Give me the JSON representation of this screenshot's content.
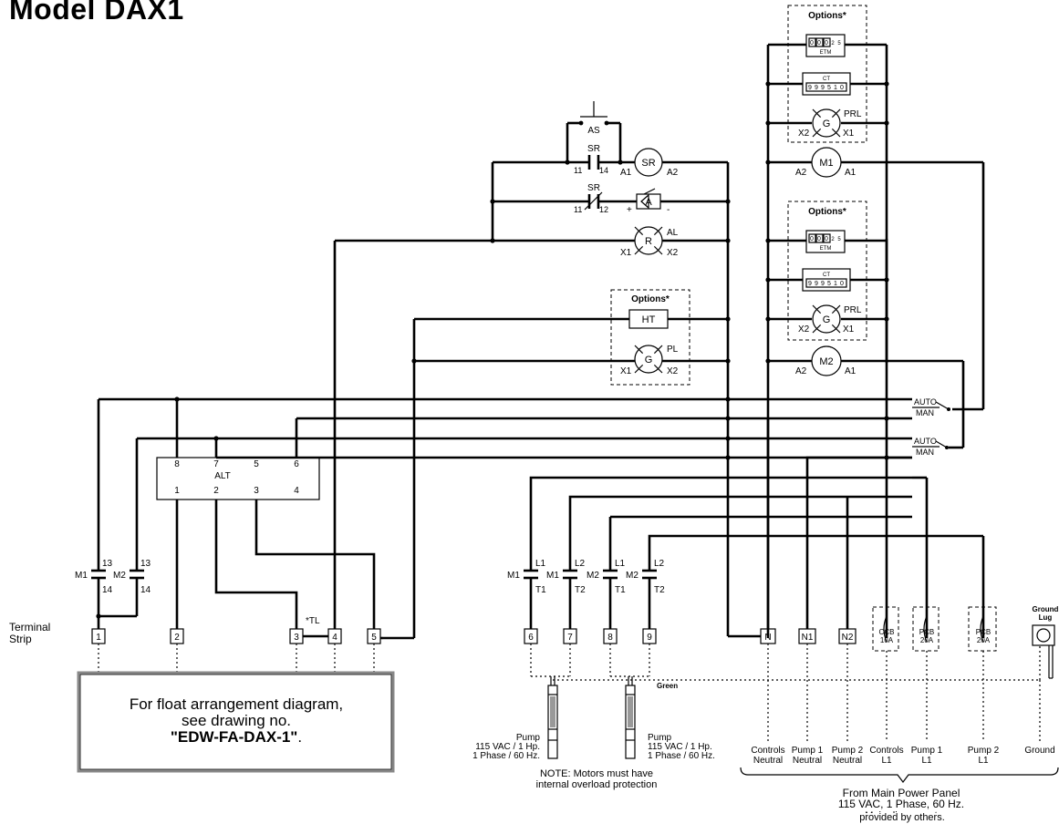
{
  "title": "Model DAX1",
  "options_label": "Options*",
  "etm": {
    "digits": [
      "0",
      "0",
      "0",
      "2",
      "5"
    ],
    "label": "ETM"
  },
  "ct": {
    "digits": [
      "9",
      "9",
      "9",
      "5",
      "1",
      "0"
    ],
    "label": "CT"
  },
  "letters": {
    "g": "G",
    "prl": "PRL",
    "x1": "X1",
    "x2": "X2",
    "a1": "A1",
    "a2": "A2",
    "m1": "M1",
    "m2": "M2"
  },
  "control": {
    "as": "AS",
    "sr": "SR",
    "n11": "11",
    "n14": "14",
    "n12": "12",
    "a1": "A1",
    "a2": "A2",
    "a": "A",
    "plus": "+",
    "minus": "-",
    "r": "R",
    "al": "AL",
    "x1": "X1",
    "x2": "X2",
    "ht": "HT",
    "g": "G",
    "pl": "PL"
  },
  "hoa": {
    "auto": "AUTO",
    "man": "MAN"
  },
  "alt": {
    "label": "ALT",
    "top": [
      "8",
      "7",
      "5",
      "6"
    ],
    "bottom": [
      "1",
      "2",
      "3",
      "4"
    ]
  },
  "aux": {
    "m1": "M1",
    "m2": "M2",
    "n13": "13",
    "n14": "14"
  },
  "contacts": {
    "m1": "M1",
    "m2": "M2",
    "l1": "L1",
    "l2": "L2",
    "t1": "T1",
    "t2": "T2"
  },
  "terminal_strip": {
    "label_line1": "Terminal",
    "label_line2": "Strip",
    "left": [
      "1",
      "2",
      "3",
      "4",
      "5"
    ],
    "tl": "*TL",
    "pump": [
      "6",
      "7",
      "8",
      "9"
    ],
    "power": [
      "N",
      "N1",
      "N2"
    ]
  },
  "breakers": [
    {
      "line1": "CCB",
      "line2": "10A"
    },
    {
      "line1": "PCB",
      "line2": "20A"
    },
    {
      "line1": "PCB",
      "line2": "20A"
    }
  ],
  "ground_lug": {
    "line1": "Ground",
    "line2": "Lug"
  },
  "green": "Green",
  "float_box": {
    "line1": "For float arrangement diagram,",
    "line2": "see drawing no.",
    "line3": "\"EDW-FA-DAX-1\"",
    "line3_suffix": "."
  },
  "pumps": [
    {
      "line1": "Pump",
      "line2": "115 VAC / 1 Hp.",
      "line3": "1 Phase / 60 Hz."
    },
    {
      "line1": "Pump",
      "line2": "115 VAC / 1 Hp.",
      "line3": "1 Phase / 60 Hz."
    }
  ],
  "motor_note": {
    "line1": "NOTE: Motors must have",
    "line2": "internal overload protection"
  },
  "supply_labels": [
    {
      "line1": "Controls",
      "line2": "Neutral"
    },
    {
      "line1": "Pump 1",
      "line2": "Neutral"
    },
    {
      "line1": "Pump 2",
      "line2": "Neutral"
    },
    {
      "line1": "Controls",
      "line2": "L1"
    },
    {
      "line1": "Pump 1",
      "line2": "L1"
    },
    {
      "line1": "Pump 2",
      "line2": "L1"
    },
    {
      "line1": "Ground",
      "line2": ""
    }
  ],
  "main_panel": {
    "line1": "From Main Power Panel",
    "line2": "115 VAC, 1 Phase, 60 Hz.",
    "line3": "Main disconnect",
    "line4": "provided by others."
  }
}
